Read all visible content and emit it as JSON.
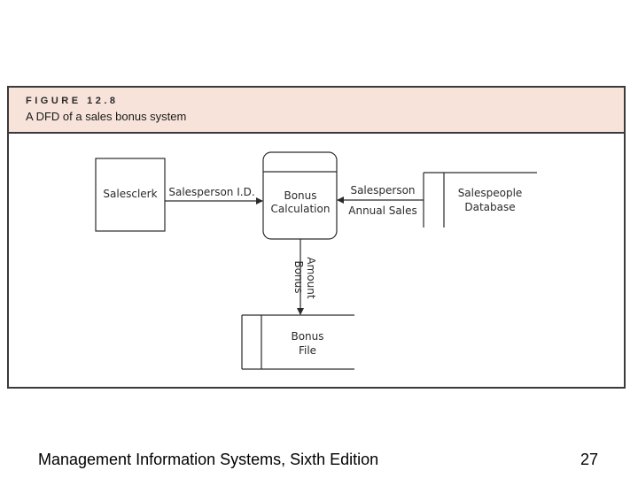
{
  "figure": {
    "number": "FIGURE 12.8",
    "caption": "A DFD of a sales bonus system"
  },
  "entities": {
    "external": "Salesclerk",
    "process_line1": "Bonus",
    "process_line2": "Calculation",
    "datastore_db_line1": "Salespeople",
    "datastore_db_line2": "Database",
    "datastore_file_line1": "Bonus",
    "datastore_file_line2": "File"
  },
  "flows": {
    "clerk_to_process": "Salesperson I.D.",
    "db_to_process_line1": "Salesperson",
    "db_to_process_line2": "Annual Sales",
    "process_to_file_line1": "Bonus",
    "process_to_file_line2": "Amount"
  },
  "footer": {
    "title": "Management Information Systems, Sixth Edition",
    "page": "27"
  },
  "colors": {
    "header_bg": "#f7e3da",
    "frame": "#3a3a3a",
    "ink": "#2a2a2a"
  }
}
